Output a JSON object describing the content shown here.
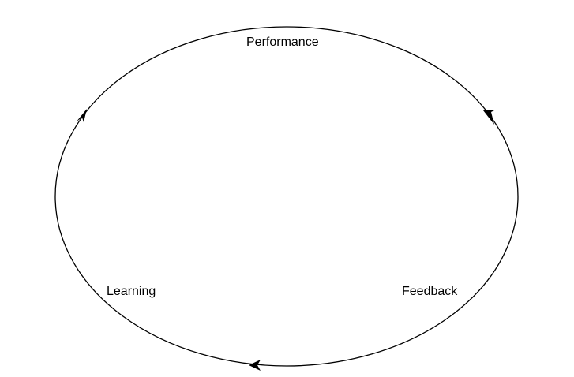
{
  "nodes": [
    {
      "label": "Performance"
    },
    {
      "label": "Feedback"
    },
    {
      "label": "Learning"
    }
  ]
}
